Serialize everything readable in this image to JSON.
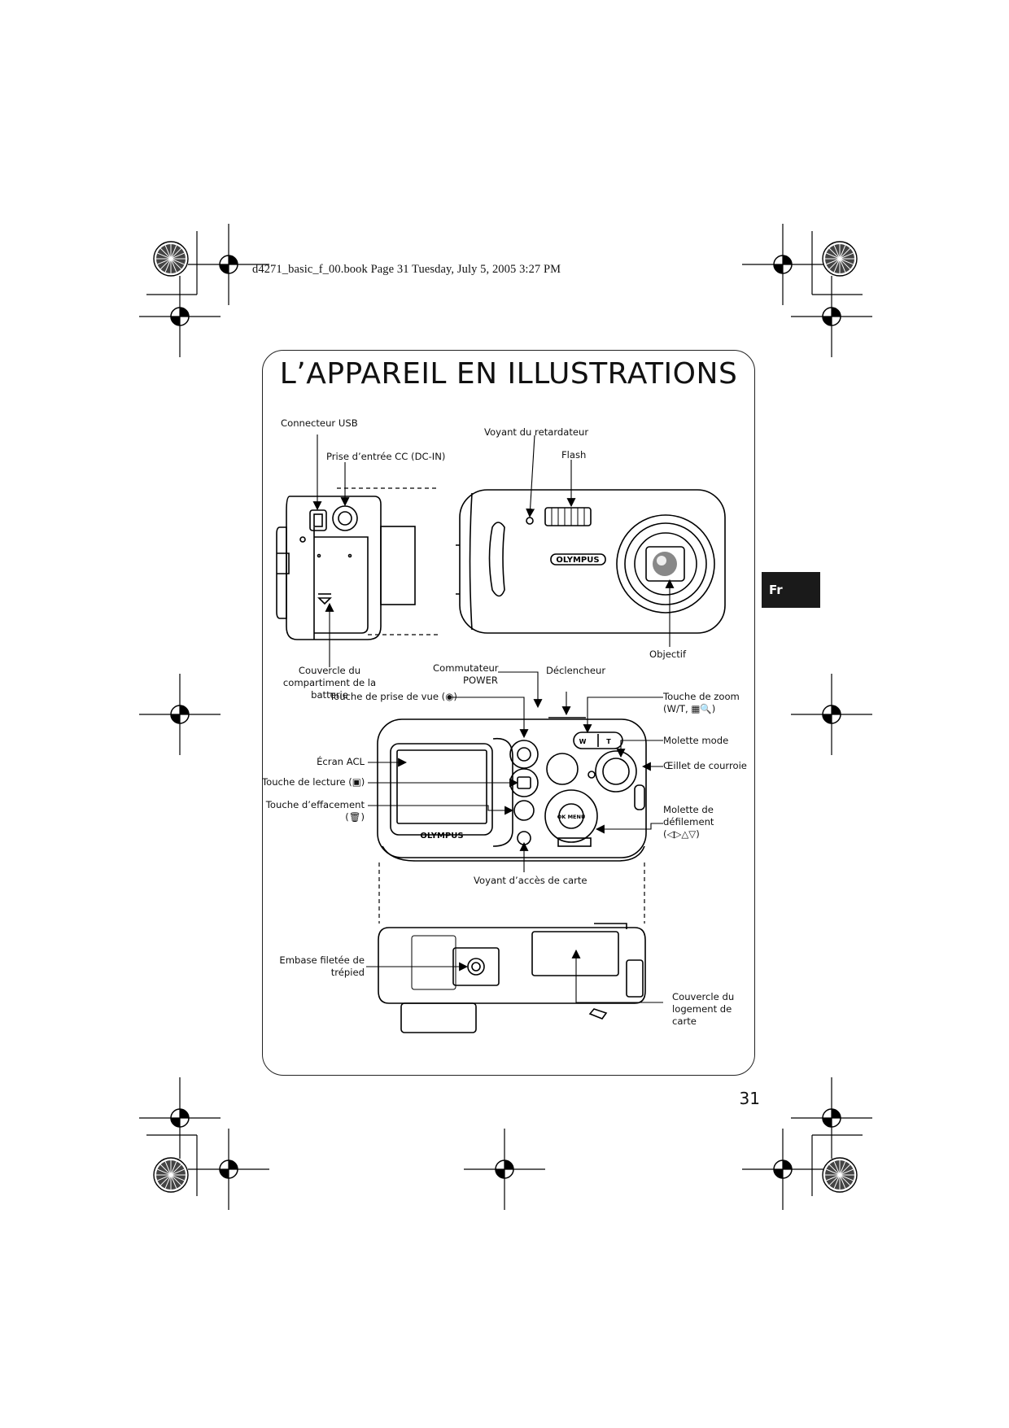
{
  "header": {
    "file_info": "d4271_basic_f_00.book  Page 31  Tuesday, July 5, 2005  3:27 PM"
  },
  "page": {
    "title": "L’APPAREIL EN ILLUSTRATIONS",
    "language_tab": "Fr",
    "page_number": "31"
  },
  "side_view": {
    "usb": "Connecteur USB",
    "dcin": "Prise d’entrée CC (DC-IN)",
    "battery_cover": "Couvercle du compartiment de la batterie"
  },
  "front_view": {
    "self_timer": "Voyant du retardateur",
    "flash": "Flash",
    "lens": "Objectif",
    "brand": "OLYMPUS"
  },
  "back_view": {
    "power_switch": "Commutateur POWER",
    "shutter": "Déclencheur",
    "shooting_button": "Touche de prise de vue (◉)",
    "zoom": "Touche de zoom (W/T, ▦🔍)",
    "mode_dial": "Molette mode",
    "lcd": "Écran ACL",
    "playback": "Touche de lecture (▣)",
    "strap_eyelet": "Œillet de courroie",
    "erase": "Touche d’effacement (🗑)",
    "arrow_pad": "Molette de défilement (◁▷△▽)",
    "card_access": "Voyant d’accès de carte",
    "brand": "OLYMPUS",
    "ok_menu": "OK MENU",
    "zoom_w": "W",
    "zoom_t": "T"
  },
  "bottom_view": {
    "tripod": "Embase filetée de trépied",
    "card_cover": "Couvercle du logement de carte"
  }
}
